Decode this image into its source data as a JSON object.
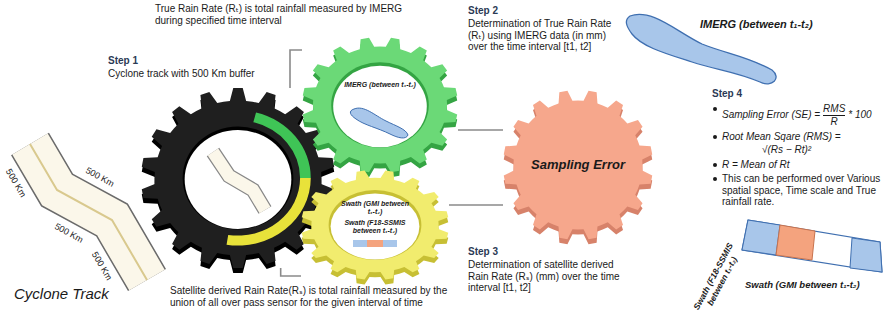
{
  "diagram": {
    "nodes": [
      {
        "text": [
          "Step 1",
          "Cyclone track with 500 Km buffer"
        ]
      },
      {
        "text": [
          "IMERG (between t₁-t₂)"
        ]
      },
      {
        "text": [
          "Swath (GMI between t₁-t₂)",
          "Swath (F18-SSMIS between t₁-t₂)"
        ]
      },
      {
        "text": [
          "Sampling Error"
        ]
      },
      {
        "text": [
          "500 Km",
          "500 Km",
          "500 Km",
          "500 Km",
          "Cyclone Track"
        ]
      },
      {
        "text": [
          "IMERG (between t₁-t₂)"
        ]
      },
      {
        "text": [
          "Swath (GMI between t₁-t₂)",
          "Swath (F18-SSMIS between t₁-t₂)"
        ]
      }
    ],
    "edges": [
      {
        "from": 0,
        "to": 1,
        "arrow": "none"
      },
      {
        "from": 0,
        "to": 2,
        "arrow": "none"
      },
      {
        "from": 1,
        "to": 3,
        "arrow": "none"
      },
      {
        "from": 2,
        "to": 3,
        "arrow": "none"
      }
    ],
    "labels": [
      "True Rain Rate (Rₜ) is total rainfall measured by IMERG during specified time interval",
      "Step 2",
      "Determination of True Rain Rate (Rₜ) using IMERG data (in mm) over the time interval [t1, t2]",
      "Step 4",
      "Sampling Error (SE) =",
      "RMS",
      "R",
      "* 100",
      "Root Mean Sqare (RMS) =",
      "√(Rs − Rt)²",
      "R = Mean of Rt",
      "This can be performed over Various spatial space, Time scale and True rainfall rate.",
      "Step 3",
      "Determination of satellite derived Rain Rate (Rₛ) (mm) over the time interval [t1, t2]",
      "Satellite derived Rain Rate(Rₛ) is total rainfall measured by the union of all over pass sensor for the given interval of time"
    ]
  }
}
